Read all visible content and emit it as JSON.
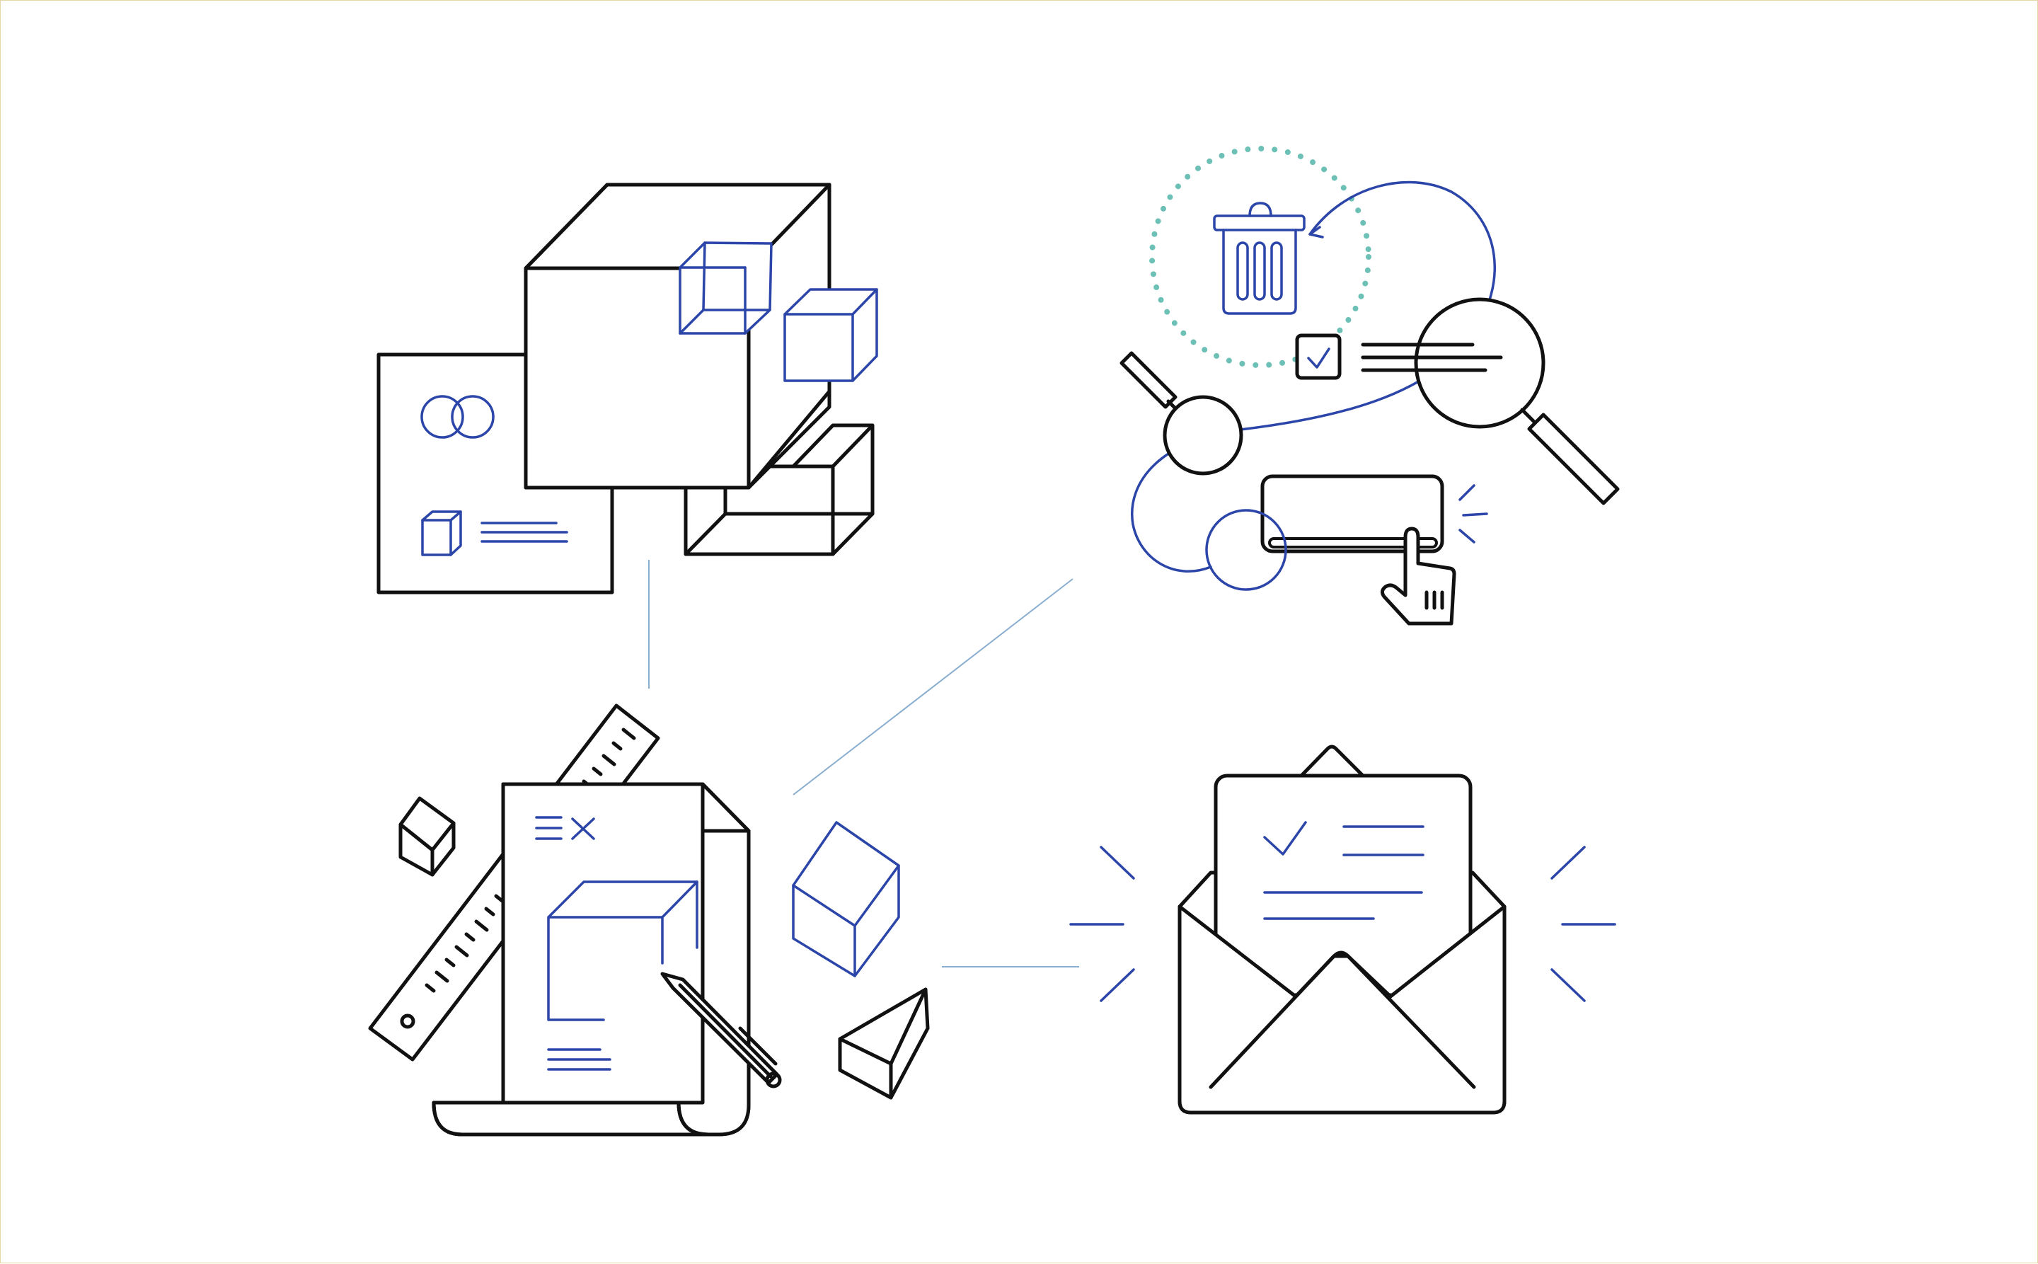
{
  "colors": {
    "ink": "#111111",
    "accent_blue": "#2b45a8",
    "connector": "#8aaed0",
    "teal_dots": "#6cc0b6",
    "frame_border": "#e4d9a6",
    "background": "#ffffff"
  },
  "illustrations": [
    {
      "name": "3d-cubes-blueprint",
      "icons": [
        "cube-icon",
        "overlap-circles-icon",
        "document-icon"
      ]
    },
    {
      "name": "search-and-delete",
      "icons": [
        "trash-icon",
        "magnifier-icon",
        "checkbox-icon",
        "hand-pointer-icon",
        "button-icon"
      ]
    },
    {
      "name": "design-drafting",
      "icons": [
        "ruler-icon",
        "pencil-icon",
        "paper-scroll-icon",
        "cube-icon",
        "triangular-prism-icon"
      ]
    },
    {
      "name": "open-envelope-letter",
      "icons": [
        "envelope-icon",
        "check-icon",
        "letter-icon"
      ]
    }
  ]
}
